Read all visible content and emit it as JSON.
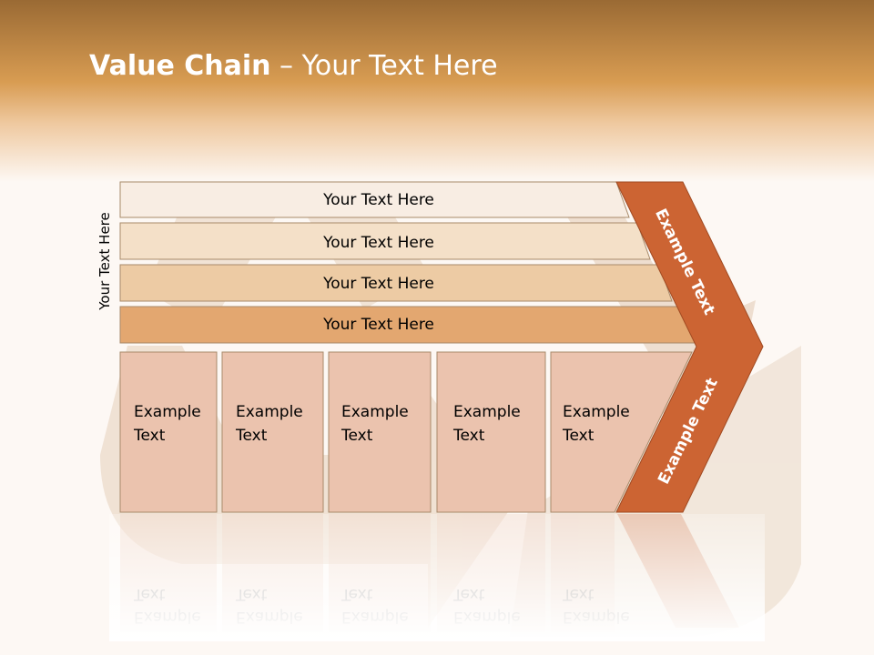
{
  "slide": {
    "title_bold": "Value Chain",
    "title_rest": " – Your Text Here"
  },
  "diagram": {
    "side_label": "Your Text Here",
    "rows": [
      {
        "label": "Your Text Here",
        "color": "#f8ede3"
      },
      {
        "label": "Your Text Here",
        "color": "#f4e0c8"
      },
      {
        "label": "Your Text Here",
        "color": "#edcba4"
      },
      {
        "label": "Your Text Here",
        "color": "#e3a770"
      }
    ],
    "columns": [
      {
        "line1": "Example",
        "line2": "Text"
      },
      {
        "line1": "Example",
        "line2": "Text"
      },
      {
        "line1": "Example",
        "line2": "Text"
      },
      {
        "line1": "Example",
        "line2": "Text"
      },
      {
        "line1": "Example",
        "line2": "Text"
      }
    ],
    "chevron_upper": "Example Text",
    "chevron_lower": "Example Text",
    "colors": {
      "column_fill": "#ebc3ae",
      "chevron_fill": "#cc6433",
      "header_top": "#9a6a34",
      "header_mid": "#d89c52"
    }
  }
}
